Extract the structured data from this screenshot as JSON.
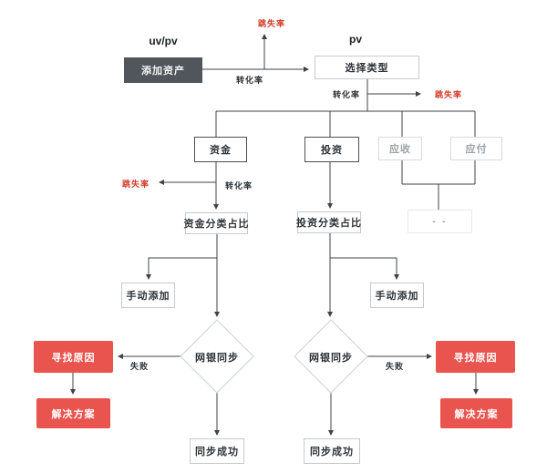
{
  "diagram": {
    "top_labels": {
      "uv_pv": "uv/pv",
      "pv": "pv"
    },
    "nodes": {
      "add_asset": "添加资产",
      "select_type": "选择类型",
      "funds": "资金",
      "investment": "投资",
      "receivable": "应收",
      "payable": "应付",
      "funds_ratio": "资金分类占比",
      "investment_ratio": "投资分类占比",
      "placeholder": "- -",
      "manual_add_left": "手动添加",
      "manual_add_right": "手动添加",
      "bank_sync_left": "网银同步",
      "bank_sync_right": "网银同步",
      "find_cause_left": "寻找原因",
      "solution_left": "解决方案",
      "find_cause_right": "寻找原因",
      "solution_right": "解决方案",
      "sync_success_left": "同步成功",
      "sync_success_right": "同步成功"
    },
    "edge_labels": {
      "bounce_rate_top": "跳失率",
      "conversion_rate_top": "转化率",
      "conversion_rate_mid": "转化率",
      "bounce_rate_mid": "跳失率",
      "bounce_rate_left": "跳失率",
      "conversion_rate_left": "转化率",
      "fail_left": "失败",
      "fail_right": "失败"
    },
    "colors": {
      "dark_node_bg": "#50565c",
      "red_node_bg": "#e9554e",
      "red_label_text": "#d33a26",
      "line": "#3f4347",
      "light_border": "#c6cacd",
      "muted_text": "#9ba1a6"
    }
  }
}
